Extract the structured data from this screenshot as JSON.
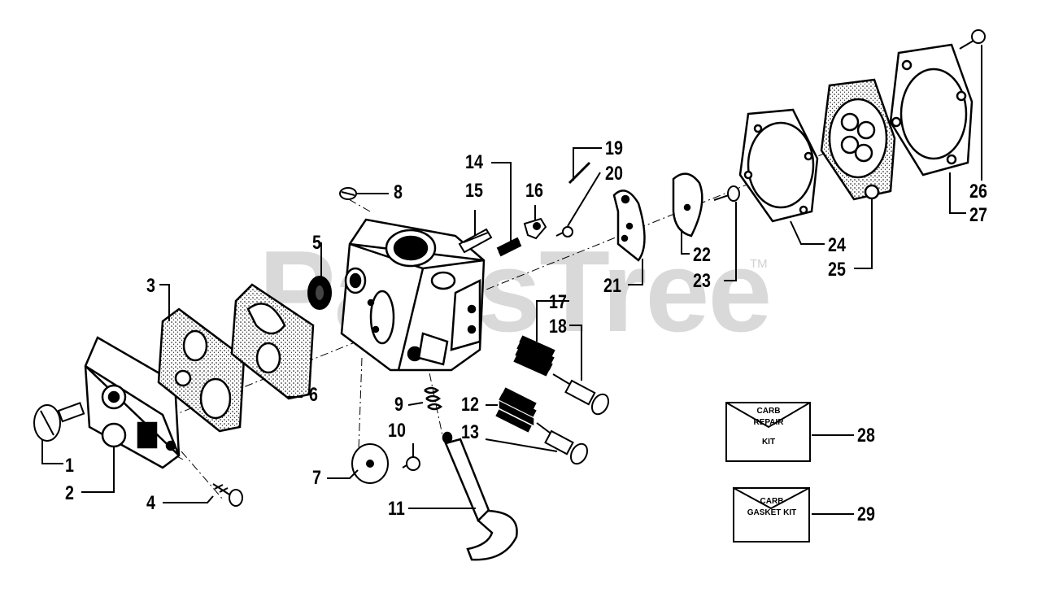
{
  "watermark": {
    "text": "PartsTree",
    "mark": "TM"
  },
  "callouts": [
    "1",
    "2",
    "3",
    "4",
    "5",
    "6",
    "7",
    "8",
    "9",
    "10",
    "11",
    "12",
    "13",
    "14",
    "15",
    "16",
    "17",
    "18",
    "19",
    "20",
    "21",
    "22",
    "23",
    "24",
    "25",
    "26",
    "27",
    "28",
    "29"
  ],
  "kits": {
    "repair": {
      "line1": "CARB",
      "line2": "REPAIR",
      "line3": "KIT"
    },
    "gasket": {
      "line1": "CARB",
      "line2": "GASKET KIT"
    }
  }
}
